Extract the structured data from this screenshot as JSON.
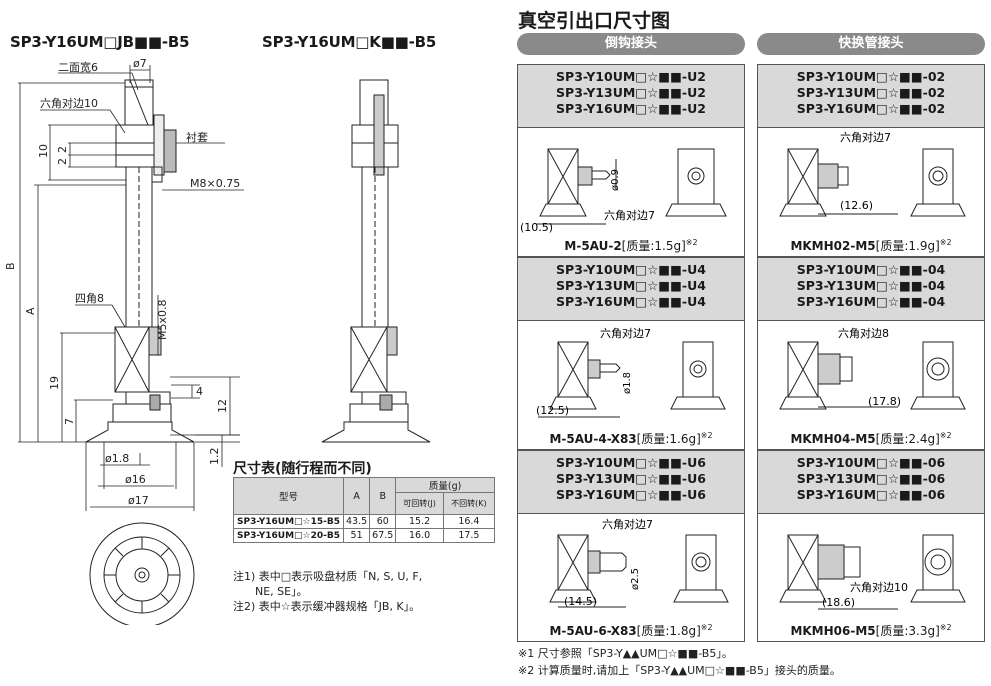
{
  "left": {
    "title_a": "SP3-Y16UM□JB■■-B5",
    "title_b": "SP3-Y16UM□K■■-B5",
    "labels": {
      "flats6": "二面宽6",
      "dia7": "ø7",
      "hex10": "六角对边10",
      "bushing": "衬套",
      "thread": "M8×0.75",
      "sq8": "四角8",
      "m5": "M5x0.8",
      "dimB": "B",
      "dimA": "A",
      "d10": "10",
      "d2a": "2",
      "d2b": "2",
      "d19": "19",
      "d7": "7",
      "d4": "4",
      "d12": "12",
      "d12b": "1.2",
      "dia18": "ø1.8",
      "dia16": "ø16",
      "dia17": "ø17"
    }
  },
  "table": {
    "title": "尺寸表(随行程而不同)",
    "h_model": "型号",
    "h_a": "A",
    "h_b": "B",
    "h_mass": "质量(g)",
    "h_j": "可回转(J)",
    "h_k": "不回转(K)",
    "rows": [
      {
        "model": "SP3-Y16UM□☆15-B5",
        "a": "43.5",
        "b": "60",
        "j": "15.2",
        "k": "16.4"
      },
      {
        "model": "SP3-Y16UM□☆20-B5",
        "a": "51",
        "b": "67.5",
        "j": "16.0",
        "k": "17.5"
      }
    ],
    "note1a": "注1) 表中□表示吸盘材质「N, S, U, F,",
    "note1b": "NE, SE」。",
    "note2": "注2) 表中☆表示缓冲器规格「JB, K」。"
  },
  "right": {
    "title": "真空引出口尺寸图",
    "col_left": "倒钩接头",
    "col_right": "快换管接头",
    "panels": [
      {
        "models": [
          "SP3-Y10UM□☆■■-U2",
          "SP3-Y13UM□☆■■-U2",
          "SP3-Y16UM□☆■■-U2"
        ],
        "hex": "六角对边7",
        "dim": "(10.5)",
        "dia": "ø0.9",
        "part": "M-5AU-2",
        "mass": "[质量:1.5g]",
        "mark": "※2"
      },
      {
        "models": [
          "SP3-Y10UM□☆■■-02",
          "SP3-Y13UM□☆■■-02",
          "SP3-Y16UM□☆■■-02"
        ],
        "hex": "六角对边7",
        "dim": "(12.6)",
        "dia": "",
        "part": "MKMH02-M5",
        "mass": "[质量:1.9g]",
        "mark": "※2"
      },
      {
        "models": [
          "SP3-Y10UM□☆■■-U4",
          "SP3-Y13UM□☆■■-U4",
          "SP3-Y16UM□☆■■-U4"
        ],
        "hex": "六角对边7",
        "dim": "(12.5)",
        "dia": "ø1.8",
        "part": "M-5AU-4-X83",
        "mass": "[质量:1.6g]",
        "mark": "※2"
      },
      {
        "models": [
          "SP3-Y10UM□☆■■-04",
          "SP3-Y13UM□☆■■-04",
          "SP3-Y16UM□☆■■-04"
        ],
        "hex": "六角对边8",
        "dim": "(17.8)",
        "dia": "",
        "part": "MKMH04-M5",
        "mass": "[质量:2.4g]",
        "mark": "※2"
      },
      {
        "models": [
          "SP3-Y10UM□☆■■-U6",
          "SP3-Y13UM□☆■■-U6",
          "SP3-Y16UM□☆■■-U6"
        ],
        "hex": "六角对边7",
        "dim": "(14.5)",
        "dia": "ø2.5",
        "part": "M-5AU-6-X83",
        "mass": "[质量:1.8g]",
        "mark": "※2"
      },
      {
        "models": [
          "SP3-Y10UM□☆■■-06",
          "SP3-Y13UM□☆■■-06",
          "SP3-Y16UM□☆■■-06"
        ],
        "hex": "六角对边10",
        "dim": "(18.6)",
        "dia": "",
        "part": "MKMH06-M5",
        "mass": "[质量:3.3g]",
        "mark": "※2"
      }
    ],
    "fn1": "※1 尺寸参照「SP3-Y▲▲UM□☆■■-B5」。",
    "fn2": "※2 计算质量时,请加上「SP3-Y▲▲UM□☆■■-B5」接头的质量。"
  }
}
